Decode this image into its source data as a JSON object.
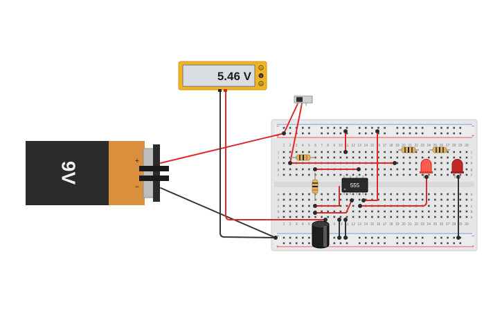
{
  "multimeter": {
    "reading": "5.46 V",
    "terminals": [
      "A",
      "V",
      "Ω"
    ]
  },
  "battery": {
    "label": "9V",
    "plus": "+",
    "minus": "−"
  },
  "ic": {
    "label": "555"
  },
  "breadboard": {
    "row_letters_top": [
      "j",
      "i",
      "h",
      "g",
      "f"
    ],
    "row_letters_bottom": [
      "e",
      "d",
      "c",
      "b",
      "a"
    ],
    "column_numbers": [
      "1",
      "2",
      "3",
      "4",
      "5",
      "6",
      "7",
      "8",
      "9",
      "10",
      "11",
      "12",
      "13",
      "14",
      "15",
      "16",
      "17",
      "18",
      "19",
      "20",
      "21",
      "22",
      "23",
      "24",
      "25",
      "26",
      "27",
      "28",
      "29",
      "30"
    ],
    "rail_plus": "+",
    "rail_minus": "−"
  },
  "colors": {
    "wire_red": "#e0282b",
    "wire_black": "#222222",
    "multimeter_body": "#f1b324",
    "multimeter_screen": "#d8dee2",
    "battery_black": "#2b2b2b",
    "battery_orange": "#d98f3c",
    "breadboard": "#e9e9e9",
    "led_red": "#e53935"
  }
}
